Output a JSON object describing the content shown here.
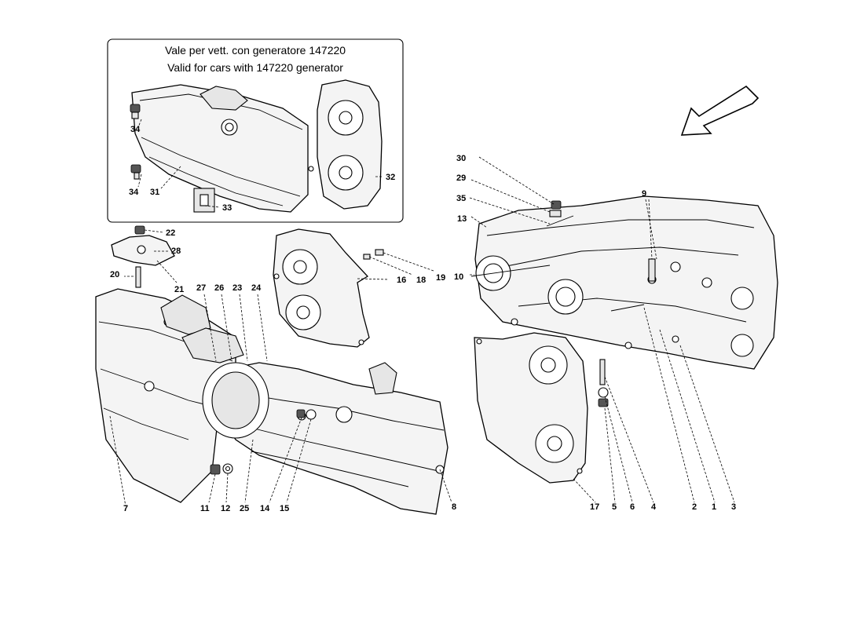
{
  "inset_note": {
    "line_it": "Vale per vett. con generatore 147220",
    "line_en": "Valid for cars with 147220 generator"
  },
  "callouts": {
    "c1": "1",
    "c2": "2",
    "c3": "3",
    "c4": "4",
    "c5": "5",
    "c6": "6",
    "c7": "7",
    "c8": "8",
    "c9": "9",
    "c10": "10",
    "c11": "11",
    "c12": "12",
    "c13": "13",
    "c14": "14",
    "c15": "15",
    "c16": "16",
    "c17": "17",
    "c18": "18",
    "c19": "19",
    "c20": "20",
    "c21": "21",
    "c22": "22",
    "c23": "23",
    "c24": "24",
    "c25": "25",
    "c26": "26",
    "c27": "27",
    "c28": "28",
    "c29": "29",
    "c30": "30",
    "c31": "31",
    "c32": "32",
    "c33": "33",
    "c34a": "34",
    "c34b": "34",
    "c35": "35"
  }
}
